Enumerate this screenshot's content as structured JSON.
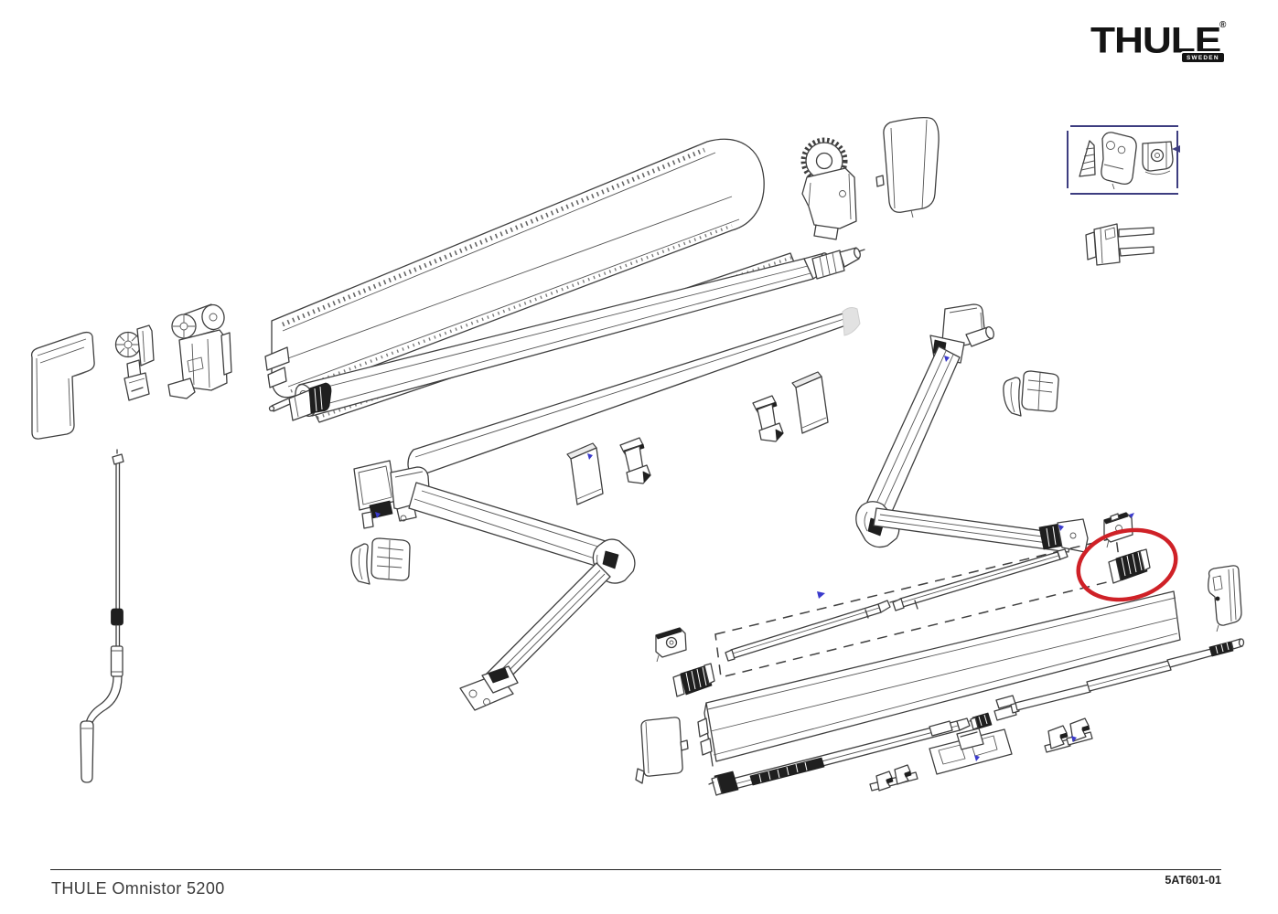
{
  "brand": {
    "name": "THULE",
    "sub": "SWEDEN",
    "registered": "®"
  },
  "footer": {
    "product_title": "THULE Omnistor 5200",
    "drawing_number": "5AT601-01"
  },
  "diagram": {
    "type": "exploded-parts-diagram",
    "product": "awning",
    "highlight_color": "#cf2127",
    "marker_color": "#3a3acc",
    "inset_border_color": "#3d3d80",
    "line_color": "#3f3f3f",
    "highlighted_part": "rail-gearbox-rh",
    "inset": {
      "position": "top-right",
      "contents": [
        "cone-knob",
        "mounting-plate",
        "wall-bracket"
      ],
      "extra_part_below": "bracket-fork"
    },
    "parts": [
      "left-end-cap-cover",
      "gear-spool",
      "drum-end-bracket",
      "crank-handle-rod",
      "cassette-top-profile",
      "back-rail-strip",
      "roller-tube",
      "front-cover-strip",
      "motor-drive-adapter",
      "gearbox-crank-eyelet",
      "right-end-cap-cover",
      "roller-drive-adapter",
      "inset-cone-part",
      "inset-mount-plate",
      "inset-bracket",
      "wall-bracket-fork",
      "left-spring-arm",
      "left-arm-cover",
      "left-arm-foot-bracket",
      "right-spring-arm",
      "right-arm-cover",
      "clamp-plate-front",
      "clip-bracket-front",
      "clip-bracket-rear",
      "clamp-plate-rear",
      "rafter-bracket",
      "rail-gearbox-lh",
      "tension-rafter-front",
      "tension-rafter-rear",
      "rail-bracket-rh",
      "rail-gearbox-rh",
      "lead-rail",
      "lead-rail-end-cap",
      "support-leg-front",
      "leg-clamp-parts",
      "support-leg-rear",
      "mounting-bracket-frame",
      "clip-pair-bottom",
      "clip-pair-right",
      "rail-cover-plate"
    ]
  }
}
